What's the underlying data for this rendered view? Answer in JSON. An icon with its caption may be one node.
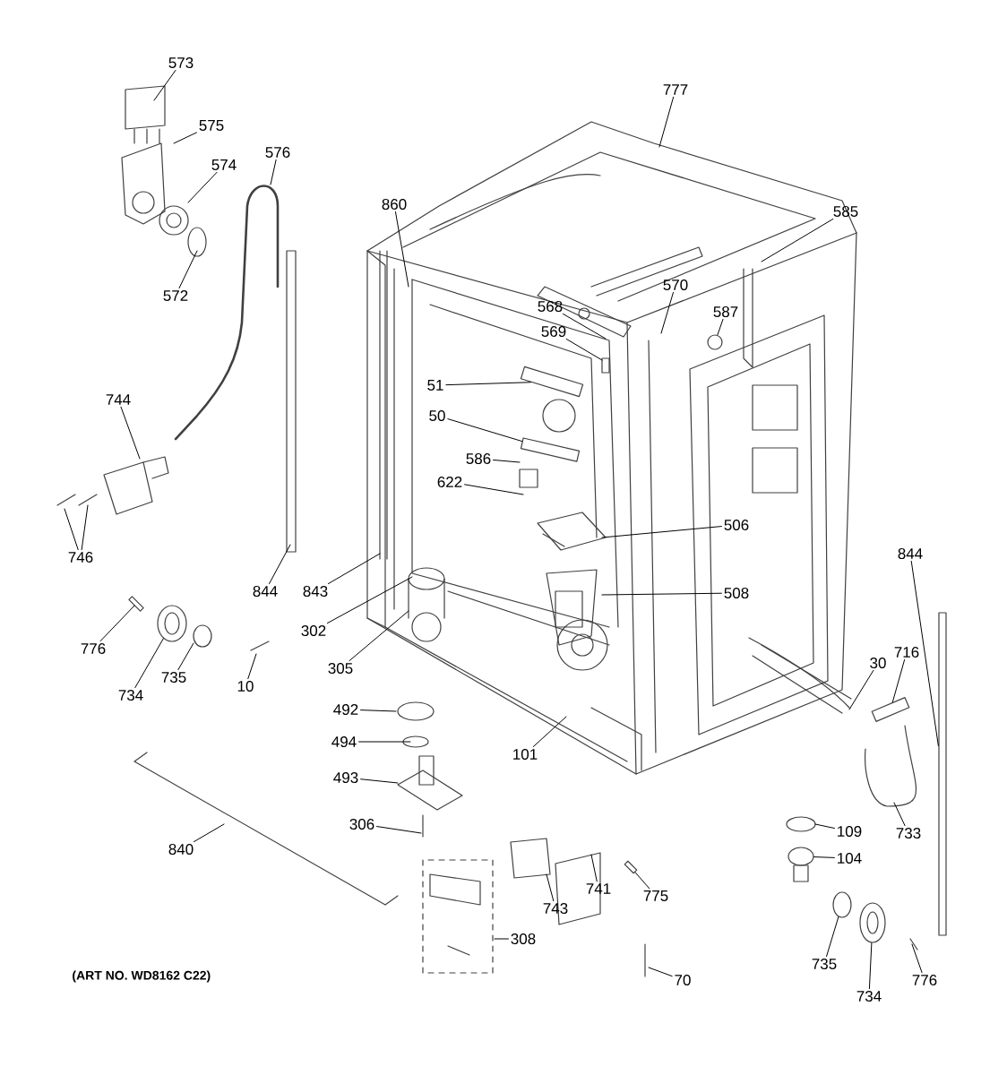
{
  "diagram": {
    "nodes": [
      {
        "text": [
          "573"
        ]
      },
      {
        "text": [
          "575"
        ]
      },
      {
        "text": [
          "574"
        ]
      },
      {
        "text": [
          "576"
        ]
      },
      {
        "text": [
          "572"
        ]
      },
      {
        "text": [
          "860"
        ]
      },
      {
        "text": [
          "777"
        ]
      },
      {
        "text": [
          "585"
        ]
      },
      {
        "text": [
          "570"
        ]
      },
      {
        "text": [
          "587"
        ]
      },
      {
        "text": [
          "568"
        ]
      },
      {
        "text": [
          "569"
        ]
      },
      {
        "text": [
          "51"
        ]
      },
      {
        "text": [
          "50"
        ]
      },
      {
        "text": [
          "586"
        ]
      },
      {
        "text": [
          "622"
        ]
      },
      {
        "text": [
          "744"
        ]
      },
      {
        "text": [
          "506"
        ]
      },
      {
        "text": [
          "746"
        ]
      },
      {
        "text": [
          "508"
        ]
      },
      {
        "text": [
          "844"
        ]
      },
      {
        "text": [
          "843"
        ]
      },
      {
        "text": [
          "844"
        ]
      },
      {
        "text": [
          "302"
        ]
      },
      {
        "text": [
          "776"
        ]
      },
      {
        "text": [
          "305"
        ]
      },
      {
        "text": [
          "734"
        ]
      },
      {
        "text": [
          "735"
        ]
      },
      {
        "text": [
          "10"
        ]
      },
      {
        "text": [
          "716"
        ]
      },
      {
        "text": [
          "30"
        ]
      },
      {
        "text": [
          "492"
        ]
      },
      {
        "text": [
          "494"
        ]
      },
      {
        "text": [
          "101"
        ]
      },
      {
        "text": [
          "493"
        ]
      },
      {
        "text": [
          "306"
        ]
      },
      {
        "text": [
          "109"
        ]
      },
      {
        "text": [
          "733"
        ]
      },
      {
        "text": [
          "840"
        ]
      },
      {
        "text": [
          "104"
        ]
      },
      {
        "text": [
          "741"
        ]
      },
      {
        "text": [
          "775"
        ]
      },
      {
        "text": [
          "743"
        ]
      },
      {
        "text": [
          "308"
        ]
      },
      {
        "text": [
          "735"
        ]
      },
      {
        "text": [
          "70"
        ]
      },
      {
        "text": [
          "776"
        ]
      },
      {
        "text": [
          "734"
        ]
      },
      {
        "text": [],
        "shape": "bar"
      },
      {
        "text": [],
        "shape": "bar"
      },
      {
        "text": [],
        "shape": "bar"
      },
      {
        "text": [],
        "shape": "circle"
      },
      {
        "text": [],
        "shape": "bar"
      },
      {
        "text": [],
        "shape": "circle"
      },
      {
        "text": [],
        "shape": "bar"
      },
      {
        "text": [],
        "shape": "circle"
      },
      {
        "text": [],
        "shape": "circle"
      },
      {
        "text": [],
        "shape": "bar"
      },
      {
        "text": [],
        "shape": "circle"
      }
    ],
    "edges": [
      {
        "from": 0,
        "to": null,
        "arrow": "none"
      },
      {
        "from": 1,
        "to": null,
        "arrow": "none"
      },
      {
        "from": 2,
        "to": null,
        "arrow": "none"
      },
      {
        "from": 3,
        "to": null,
        "arrow": "none"
      },
      {
        "from": 4,
        "to": null,
        "arrow": "none"
      },
      {
        "from": 5,
        "to": null,
        "arrow": "none"
      },
      {
        "from": 6,
        "to": null,
        "arrow": "none"
      },
      {
        "from": 7,
        "to": null,
        "arrow": "none"
      },
      {
        "from": 8,
        "to": null,
        "arrow": "none"
      },
      {
        "from": 9,
        "to": 58,
        "arrow": "none"
      },
      {
        "from": 10,
        "to": null,
        "arrow": "none"
      },
      {
        "from": 11,
        "to": null,
        "arrow": "none"
      },
      {
        "from": 12,
        "to": 48,
        "arrow": "none"
      },
      {
        "from": 13,
        "to": 49,
        "arrow": "none"
      },
      {
        "from": 14,
        "to": null,
        "arrow": "none"
      },
      {
        "from": 15,
        "to": null,
        "arrow": "none"
      },
      {
        "from": 16,
        "to": null,
        "arrow": "none"
      },
      {
        "from": 17,
        "to": null,
        "arrow": "none"
      },
      {
        "from": 18,
        "to": null,
        "arrow": "none"
      },
      {
        "from": 18,
        "to": null,
        "arrow": "none"
      },
      {
        "from": 19,
        "to": null,
        "arrow": "none"
      },
      {
        "from": 20,
        "to": null,
        "arrow": "none"
      },
      {
        "from": 21,
        "to": null,
        "arrow": "none"
      },
      {
        "from": 22,
        "to": 50,
        "arrow": "none"
      },
      {
        "from": 23,
        "to": null,
        "arrow": "none"
      },
      {
        "from": 24,
        "to": 57,
        "arrow": "none"
      },
      {
        "from": 25,
        "to": null,
        "arrow": "none"
      },
      {
        "from": 26,
        "to": 51,
        "arrow": "none"
      },
      {
        "from": 27,
        "to": null,
        "arrow": "none"
      },
      {
        "from": 28,
        "to": null,
        "arrow": "none"
      },
      {
        "from": 29,
        "to": 52,
        "arrow": "none"
      },
      {
        "from": 30,
        "to": null,
        "arrow": "none"
      },
      {
        "from": 31,
        "to": null,
        "arrow": "none"
      },
      {
        "from": 32,
        "to": null,
        "arrow": "none"
      },
      {
        "from": 33,
        "to": null,
        "arrow": "none"
      },
      {
        "from": 34,
        "to": null,
        "arrow": "none"
      },
      {
        "from": 35,
        "to": null,
        "arrow": "none"
      },
      {
        "from": 36,
        "to": null,
        "arrow": "none"
      },
      {
        "from": 37,
        "to": null,
        "arrow": "none"
      },
      {
        "from": 38,
        "to": null,
        "arrow": "none"
      },
      {
        "from": 39,
        "to": 53,
        "arrow": "none"
      },
      {
        "from": 40,
        "to": null,
        "arrow": "none"
      },
      {
        "from": 41,
        "to": 54,
        "arrow": "none"
      },
      {
        "from": 42,
        "to": null,
        "arrow": "none"
      },
      {
        "from": 43,
        "to": null,
        "arrow": "none"
      },
      {
        "from": 44,
        "to": 55,
        "arrow": "none"
      },
      {
        "from": 45,
        "to": null,
        "arrow": "none"
      },
      {
        "from": 46,
        "to": null,
        "arrow": "none"
      },
      {
        "from": 47,
        "to": 56,
        "arrow": "none"
      }
    ],
    "labels": [
      "(ART NO. WD8162 C22)"
    ]
  }
}
